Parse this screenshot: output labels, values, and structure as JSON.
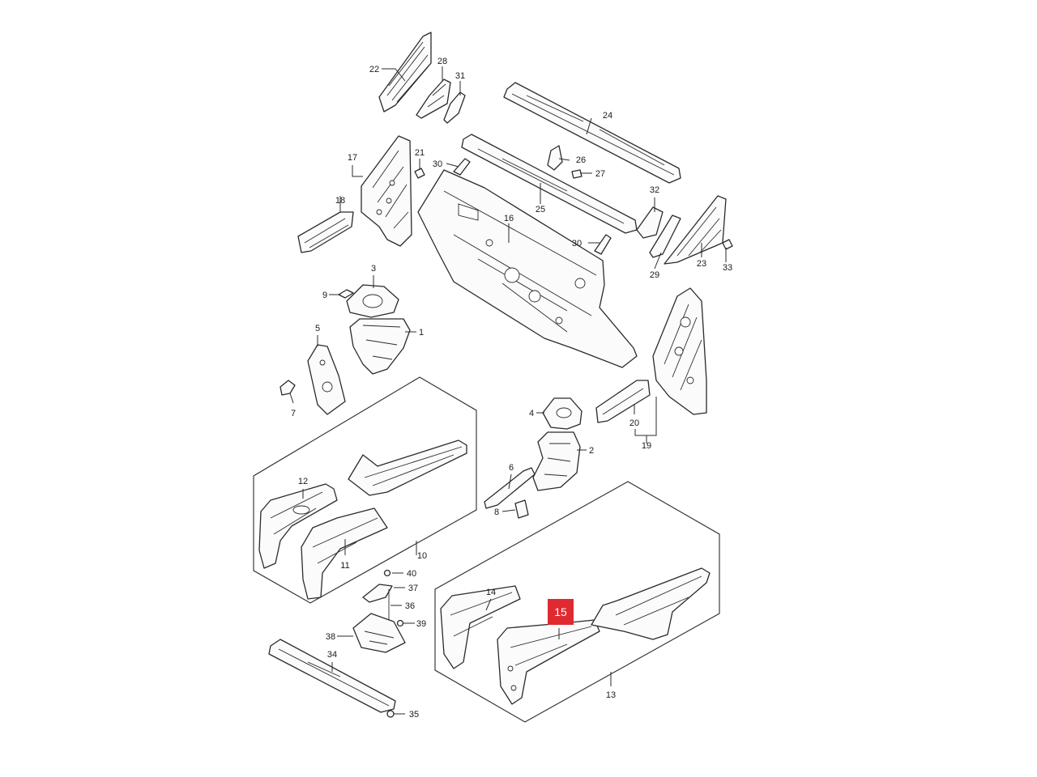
{
  "callouts": {
    "c1": "1",
    "c2": "2",
    "c3": "3",
    "c4": "4",
    "c5": "5",
    "c6": "6",
    "c7": "7",
    "c8": "8",
    "c9": "9",
    "c10": "10",
    "c11": "11",
    "c12": "12",
    "c13": "13",
    "c14": "14",
    "c15": "15",
    "c16": "16",
    "c17": "17",
    "c18": "18",
    "c19": "19",
    "c20": "20",
    "c21": "21",
    "c22": "22",
    "c23": "23",
    "c24": "24",
    "c25": "25",
    "c26": "26",
    "c27": "27",
    "c28": "28",
    "c29": "29",
    "c30a": "30",
    "c30b": "30",
    "c31": "31",
    "c32": "32",
    "c33": "33",
    "c34": "34",
    "c35": "35",
    "c36": "36",
    "c37": "37",
    "c38": "38",
    "c39": "39",
    "c40": "40"
  },
  "highlight": {
    "callout": "15",
    "badge_color": "#e02a32",
    "text_color": "#ffffff"
  },
  "colors": {
    "line": "#2a2a2a",
    "background": "#ffffff"
  }
}
